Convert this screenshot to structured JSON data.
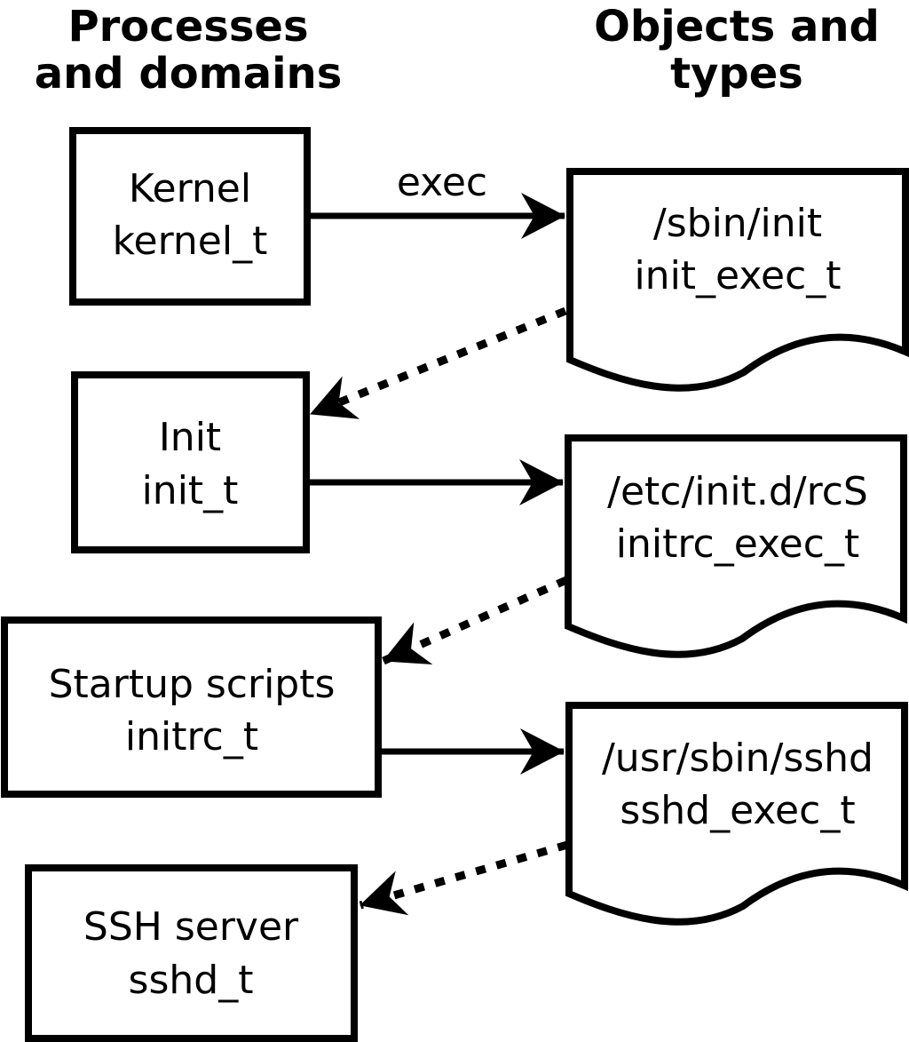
{
  "colors": {
    "ink": "#000000",
    "background": "#ffffff"
  },
  "headers": {
    "left": {
      "line1": "Processes",
      "line2": "and domains"
    },
    "right": {
      "line1": "Objects and",
      "line2": "types"
    }
  },
  "edge_labels": {
    "kernel_exec": "exec"
  },
  "process_boxes": [
    {
      "label": "Kernel",
      "type": "kernel_t"
    },
    {
      "label": "Init",
      "type": "init_t"
    },
    {
      "label": "Startup scripts",
      "type": "initrc_t"
    },
    {
      "label": "SSH server",
      "type": "sshd_t"
    }
  ],
  "object_docs": [
    {
      "label": "/sbin/init",
      "type": "init_exec_t"
    },
    {
      "label": "/etc/init.d/rcS",
      "type": "initrc_exec_t"
    },
    {
      "label": "/usr/sbin/sshd",
      "type": "sshd_exec_t"
    }
  ]
}
